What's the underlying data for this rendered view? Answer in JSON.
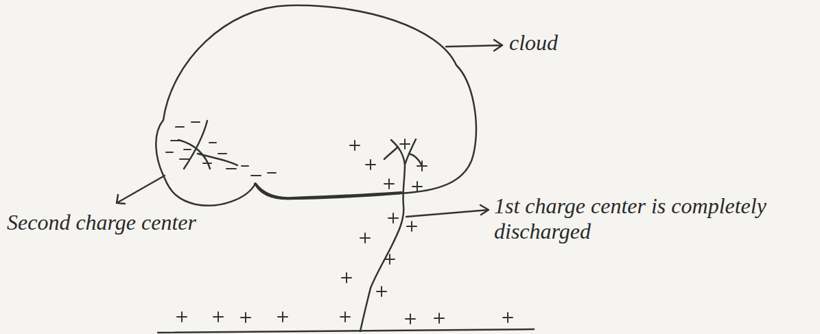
{
  "diagram": {
    "labels": [
      "cloud",
      "Second charge center",
      "1st charge center is completely discharged"
    ]
  }
}
